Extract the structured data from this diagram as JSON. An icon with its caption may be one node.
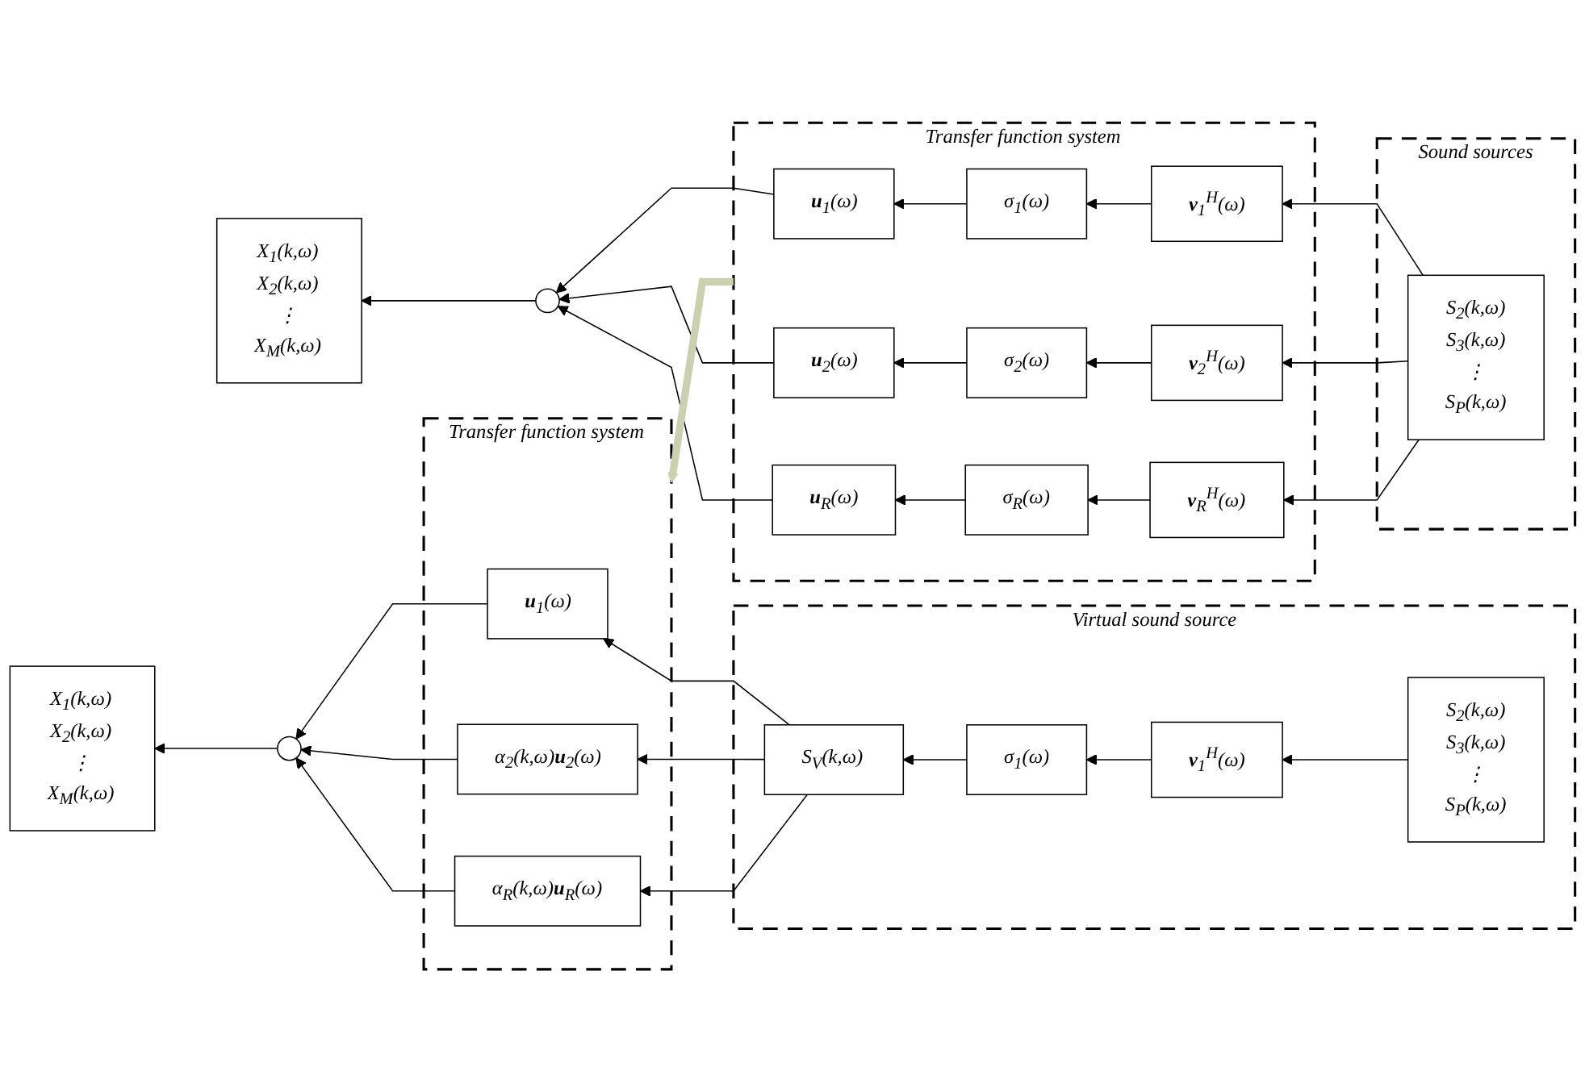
{
  "diagram": {
    "nodes": [
      {
        "text": [
          "Transfer function system"
        ]
      },
      {
        "text": [
          "**u**$_{1}$(ω)"
        ],
        "in": 0
      },
      {
        "text": [
          "σ$_{1}$(ω)"
        ],
        "in": 0
      },
      {
        "text": [
          "**v**$_{1}$$^{H}$(ω)"
        ],
        "in": 0
      },
      {
        "text": [
          "**u**$_{2}$(ω)"
        ],
        "in": 0
      },
      {
        "text": [
          "σ$_{2}$(ω)"
        ],
        "in": 0
      },
      {
        "text": [
          "**v**$_{2}$$^{H}$(ω)"
        ],
        "in": 0
      },
      {
        "text": [
          "**u**$_{R}$(ω)"
        ],
        "in": 0
      },
      {
        "text": [
          "σ$_{R}$(ω)"
        ],
        "in": 0
      },
      {
        "text": [
          "**v**$_{R}$$^{H}$(ω)"
        ],
        "in": 0
      },
      {
        "text": [
          "Sound sources"
        ]
      },
      {
        "text": [
          "S$_{2}$(k,ω)",
          "S$_{3}$(k,ω)",
          "⋮",
          "S$_{P}$(k,ω)"
        ],
        "in": 10
      },
      {
        "text": [],
        "shape": "circle"
      },
      {
        "text": [
          "X$_{1}$(k,ω)",
          "X$_{2}$(k,ω)",
          "⋮",
          "X$_{M}$(k,ω)"
        ]
      },
      {
        "text": [
          "Transfer function system"
        ]
      },
      {
        "text": [
          "**u**$_{1}$(ω)"
        ],
        "in": 14
      },
      {
        "text": [
          "α$_{2}$(k,ω)**u**$_{2}$(ω)"
        ],
        "in": 14
      },
      {
        "text": [
          "α$_{R}$(k,ω)**u**$_{R}$(ω)"
        ],
        "in": 14
      },
      {
        "text": [
          "Virtual sound source"
        ]
      },
      {
        "text": [
          "S$_{V}$(k,ω)"
        ],
        "in": 18
      },
      {
        "text": [
          "σ$_{1}$(ω)"
        ],
        "in": 18
      },
      {
        "text": [
          "**v**$_{1}$$^{H}$(ω)"
        ],
        "in": 18
      },
      {
        "text": [
          "S$_{2}$(k,ω)",
          "S$_{3}$(k,ω)",
          "⋮",
          "S$_{P}$(k,ω)"
        ],
        "in": 18
      },
      {
        "text": [],
        "shape": "circle"
      },
      {
        "text": [
          "X$_{1}$(k,ω)",
          "X$_{2}$(k,ω)",
          "⋮",
          "X$_{M}$(k,ω)"
        ]
      }
    ],
    "edges": [
      {
        "from": 11,
        "to": 3,
        "arrow": "to"
      },
      {
        "from": 11,
        "to": 6,
        "arrow": "to"
      },
      {
        "from": 11,
        "to": 9,
        "arrow": "to"
      },
      {
        "from": 3,
        "to": 2,
        "arrow": "to"
      },
      {
        "from": 2,
        "to": 1,
        "arrow": "to"
      },
      {
        "from": 6,
        "to": 5,
        "arrow": "to"
      },
      {
        "from": 5,
        "to": 4,
        "arrow": "to"
      },
      {
        "from": 9,
        "to": 8,
        "arrow": "to"
      },
      {
        "from": 8,
        "to": 7,
        "arrow": "to"
      },
      {
        "from": 1,
        "to": 12,
        "arrow": "to"
      },
      {
        "from": 4,
        "to": 12,
        "arrow": "to"
      },
      {
        "from": 7,
        "to": 12,
        "arrow": "to"
      },
      {
        "from": 12,
        "to": 13,
        "arrow": "to"
      },
      {
        "from": 0,
        "to": 14,
        "arrow": "to",
        "style": "thick",
        "color": "#c9d1b0"
      },
      {
        "from": 22,
        "to": 21,
        "arrow": "to"
      },
      {
        "from": 21,
        "to": 20,
        "arrow": "to"
      },
      {
        "from": 20,
        "to": 19,
        "arrow": "to"
      },
      {
        "from": 19,
        "to": 15,
        "arrow": "to"
      },
      {
        "from": 19,
        "to": 16,
        "arrow": "to"
      },
      {
        "from": 19,
        "to": 17,
        "arrow": "to"
      },
      {
        "from": 15,
        "to": 23,
        "arrow": "to"
      },
      {
        "from": 16,
        "to": 23,
        "arrow": "to"
      },
      {
        "from": 17,
        "to": 23,
        "arrow": "to"
      },
      {
        "from": 23,
        "to": 24,
        "arrow": "to"
      }
    ]
  }
}
